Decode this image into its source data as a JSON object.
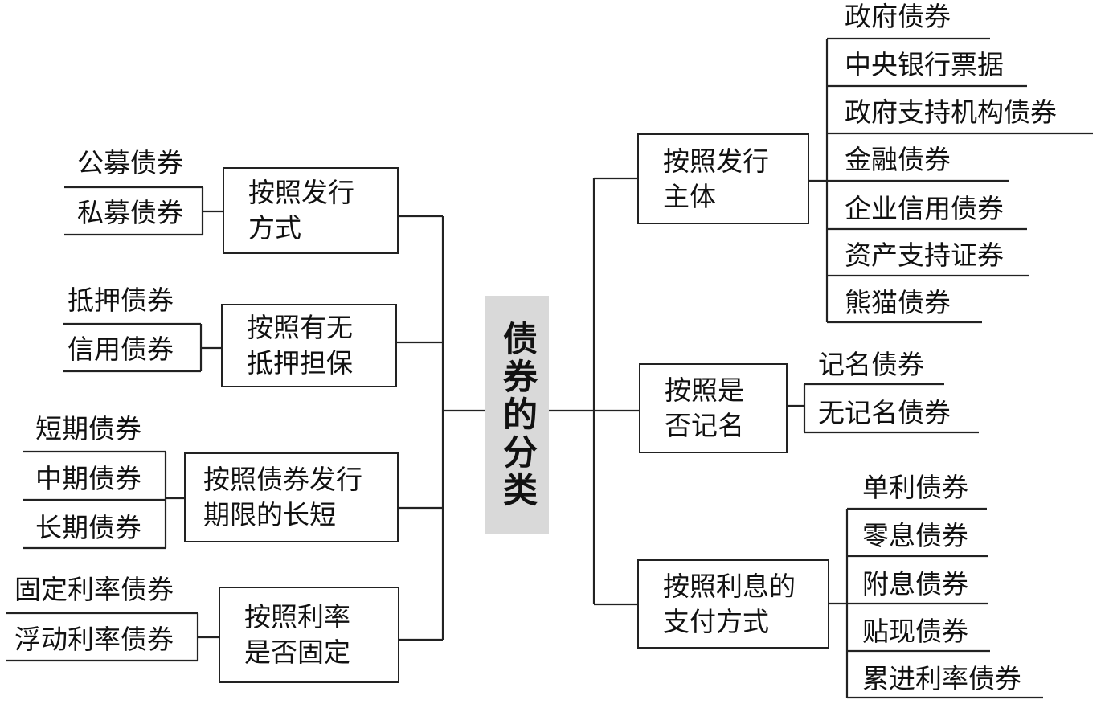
{
  "center": "债券的分类",
  "left": [
    {
      "lines": [
        "按照发行",
        "方式"
      ],
      "leaves": [
        "公募债券",
        "私募债券"
      ]
    },
    {
      "lines": [
        "按照有无",
        "抵押担保"
      ],
      "leaves": [
        "抵押债券",
        "信用债券"
      ]
    },
    {
      "lines": [
        "按照债券发行",
        "期限的长短"
      ],
      "leaves": [
        "短期债券",
        "中期债券",
        "长期债券"
      ]
    },
    {
      "lines": [
        "按照利率",
        "是否固定"
      ],
      "leaves": [
        "固定利率债券",
        "浮动利率债券"
      ]
    }
  ],
  "right": [
    {
      "lines": [
        "按照发行",
        "主体"
      ],
      "leaves": [
        "政府债券",
        "中央银行票据",
        "政府支持机构债券",
        "金融债券",
        "企业信用债券",
        "资产支持证券",
        "熊猫债券"
      ]
    },
    {
      "lines": [
        "按照是",
        "否记名"
      ],
      "leaves": [
        "记名债券",
        "无记名债券"
      ]
    },
    {
      "lines": [
        "按照利息的",
        "支付方式"
      ],
      "leaves": [
        "单利债券",
        "零息债券",
        "附息债券",
        "贴现债券",
        "累进利率债券"
      ]
    }
  ]
}
